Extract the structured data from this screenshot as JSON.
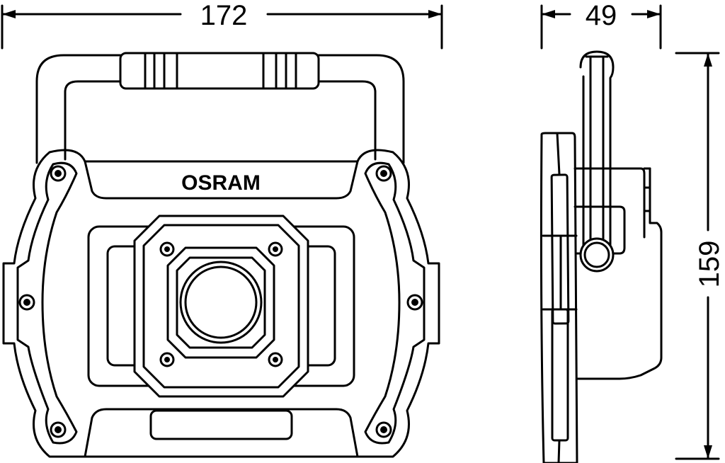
{
  "dimensions": {
    "width": "172",
    "depth": "49",
    "height": "159"
  },
  "brand": "OSRAM"
}
